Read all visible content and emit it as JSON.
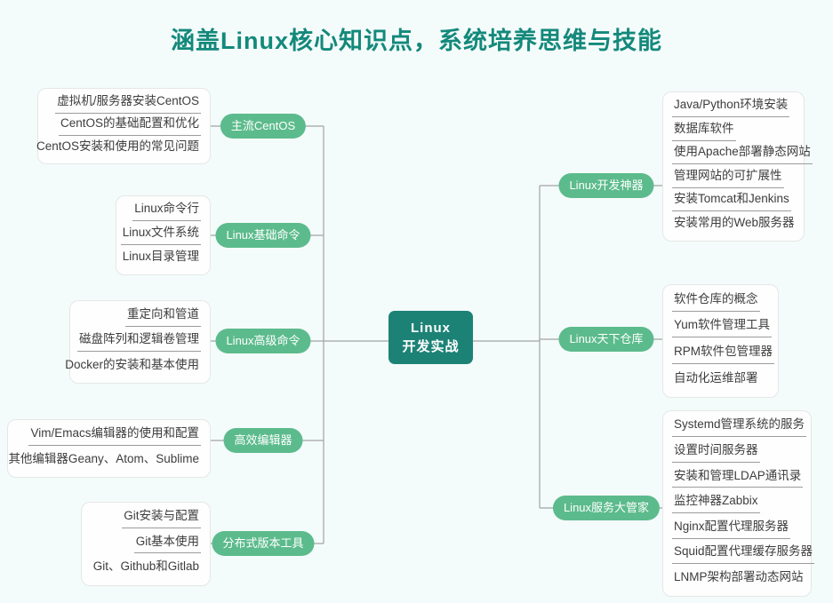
{
  "title": "涵盖Linux核心知识点，系统培养思维与技能",
  "center": {
    "line1": "Linux",
    "line2": "开发实战"
  },
  "left_branches": [
    {
      "label": "主流CentOS",
      "items": [
        "虚拟机/服务器安装CentOS",
        "CentOS的基础配置和优化",
        "CentOS安装和使用的常见问题"
      ]
    },
    {
      "label": "Linux基础命令",
      "items": [
        "Linux命令行",
        "Linux文件系统",
        "Linux目录管理"
      ]
    },
    {
      "label": "Linux高级命令",
      "items": [
        "重定向和管道",
        "磁盘阵列和逻辑卷管理",
        "Docker的安装和基本使用"
      ]
    },
    {
      "label": "高效编辑器",
      "items": [
        "Vim/Emacs编辑器的使用和配置",
        "其他编辑器Geany、Atom、Sublime"
      ]
    },
    {
      "label": "分布式版本工具",
      "items": [
        "Git安装与配置",
        "Git基本使用",
        "Git、Github和Gitlab"
      ]
    }
  ],
  "right_branches": [
    {
      "label": "Linux开发神器",
      "items": [
        "Java/Python环境安装",
        "数据库软件",
        "使用Apache部署静态网站",
        "管理网站的可扩展性",
        "安装Tomcat和Jenkins",
        "安装常用的Web服务器"
      ]
    },
    {
      "label": "Linux天下仓库",
      "items": [
        "软件仓库的概念",
        "Yum软件管理工具",
        "RPM软件包管理器",
        "自动化运维部署"
      ]
    },
    {
      "label": "Linux服务大管家",
      "items": [
        "Systemd管理系统的服务",
        "设置时间服务器",
        "安装和管理LDAP通讯录",
        "监控神器Zabbix",
        "Nginx配置代理服务器",
        "Squid配置代理缓存服务器",
        "LNMP架构部署动态网站"
      ]
    }
  ],
  "colors": {
    "background": "#f4fbfb",
    "title_text": "#13897b",
    "branch_pill": "#5cbb8c",
    "center_node": "#1d8276",
    "connector_line": "#a3a3a3"
  }
}
